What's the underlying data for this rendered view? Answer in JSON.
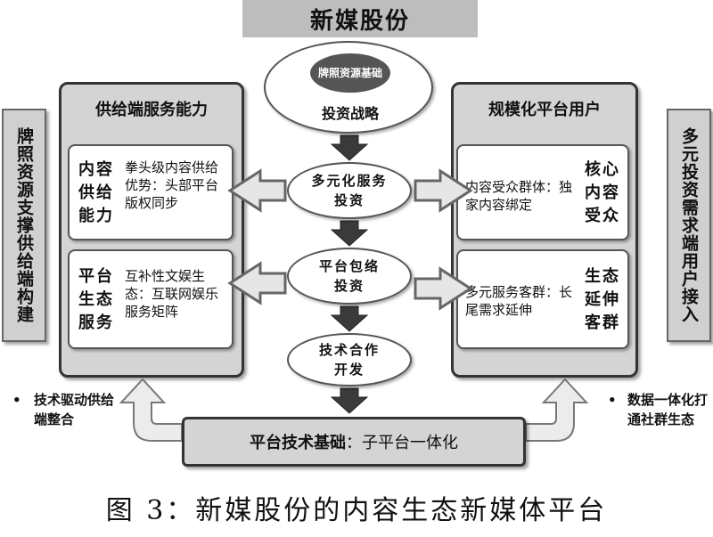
{
  "title": "新媒股份",
  "left_panel": {
    "header": "供给端服务能力",
    "card1": {
      "label": "内容供给能力",
      "text": "拳头级内容供给优势：头部平台版权同步"
    },
    "card2": {
      "label": "平台生态服务",
      "text": "互补性文娱生态：互联网娱乐服务矩阵"
    }
  },
  "right_panel": {
    "header": "规模化平台用户",
    "card1": {
      "text": "内容受众群体：独家内容绑定",
      "label": "核心内容受众"
    },
    "card2": {
      "text": "多元服务客群：长尾需求延伸",
      "label": "生态延伸客群"
    }
  },
  "left_banner": "牌照资源支撑供给端构建",
  "right_banner": "多元投资需求端用户接入",
  "center": {
    "top_inner": "牌照资源基础",
    "top_label": "投资战略",
    "oval1": "多元化服务投资",
    "oval2": "平台包络投资",
    "oval3": "技术合作开发"
  },
  "bottom_bar": {
    "bold": "平台技术基础",
    "rest": "：子平台一体化"
  },
  "left_note": {
    "bullet": "•",
    "text": "技术驱动供给端整合"
  },
  "right_note": {
    "bullet": "•",
    "text": "数据一体化打通社群生态"
  },
  "caption": "图 3：新媒股份的内容生态新媒体平台",
  "colors": {
    "panel": "#d4d4d4",
    "banner": "#d0d0d0",
    "arrow": "#3a3a3a",
    "hollow_arrow": "#7a7a7a"
  }
}
